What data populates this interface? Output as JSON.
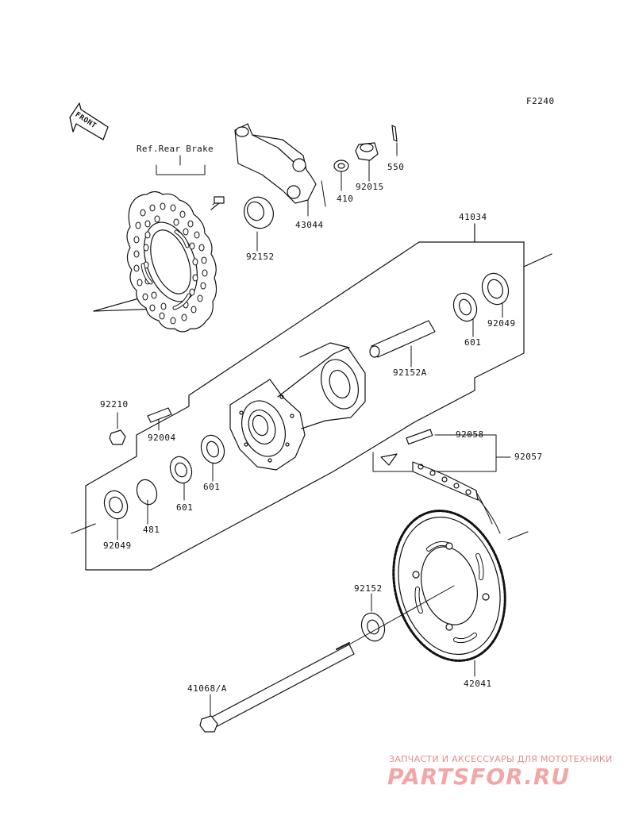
{
  "figure_code": "F2240",
  "front_label": "FRONT",
  "reference": "Ref.Rear Brake",
  "parts": {
    "p41034": "41034",
    "p43044": "43044",
    "p410": "410",
    "p92015": "92015",
    "p550": "550",
    "p92152_top": "92152",
    "p92049_right": "92049",
    "p601_right": "601",
    "p92152A": "92152A",
    "p92210": "92210",
    "p92004": "92004",
    "p92058": "92058",
    "p92057": "92057",
    "p601_mid": "601",
    "p601_left": "601",
    "p481": "481",
    "p92049_left": "92049",
    "p92152_bottom": "92152",
    "p42041": "42041",
    "p41068A": "41068/A"
  },
  "watermark": {
    "line1": "ЗАПЧАСТИ И АКСЕССУАРЫ ДЛЯ МОТОТЕХНИКИ",
    "line2": "PARTSFOR.RU"
  }
}
